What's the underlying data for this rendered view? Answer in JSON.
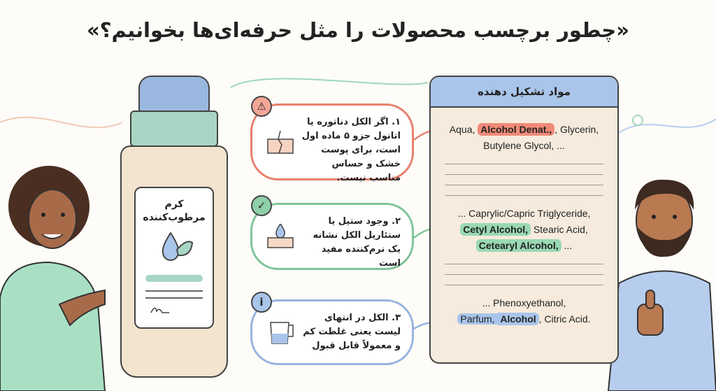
{
  "title": "«چطور برچسب محصولات را مثل حرفه‌ای‌ها بخوانیم؟»",
  "product": {
    "label_line1": "کرم",
    "label_line2": "مرطوب‌کننده"
  },
  "tips": [
    {
      "icon": "warning-icon",
      "illustration": "cracked-skin-icon",
      "text": "۱. اگر الکل دناتوره یا اتانول جزو ۵ ماده اول است، برای پوست خشک و حساس مناسب نیست.",
      "color": "#e8806e"
    },
    {
      "icon": "check-icon",
      "illustration": "hydrated-skin-icon",
      "text": "۲. وجود ستیل یا ستئاریل الکل نشانه یک نرم‌کننده مفید است",
      "color": "#7fc49a"
    },
    {
      "icon": "info-icon",
      "illustration": "measuring-cup-icon",
      "text": "۳. الکل در انتهای لیست یعنی غلظت کم و معمولاً قابل قبول",
      "color": "#98b4e0"
    }
  ],
  "ingredients": {
    "header": "مواد تشکیل دهنده",
    "block1": {
      "pre": "Aqua, ",
      "hl": "Alcohol Denat.,",
      "post": ", Glycerin,",
      "line2": "Butylene Glycol, ..."
    },
    "block2": {
      "line1": "... Caprylic/Capric Triglyceride,",
      "hl1": "Cetyl Alcohol,",
      "mid": " Stearic Acid,",
      "hl2": "Cetearyl Alcohol,",
      "post": " ..."
    },
    "block3": {
      "line1": "... Phenoxyethanol,",
      "pre": "Parfum, ",
      "hl": "Alcohol",
      "post": ", Citric Acid."
    }
  },
  "colors": {
    "red": "#f08a78",
    "green": "#9ad8b4",
    "blue": "#a9c5ea"
  }
}
